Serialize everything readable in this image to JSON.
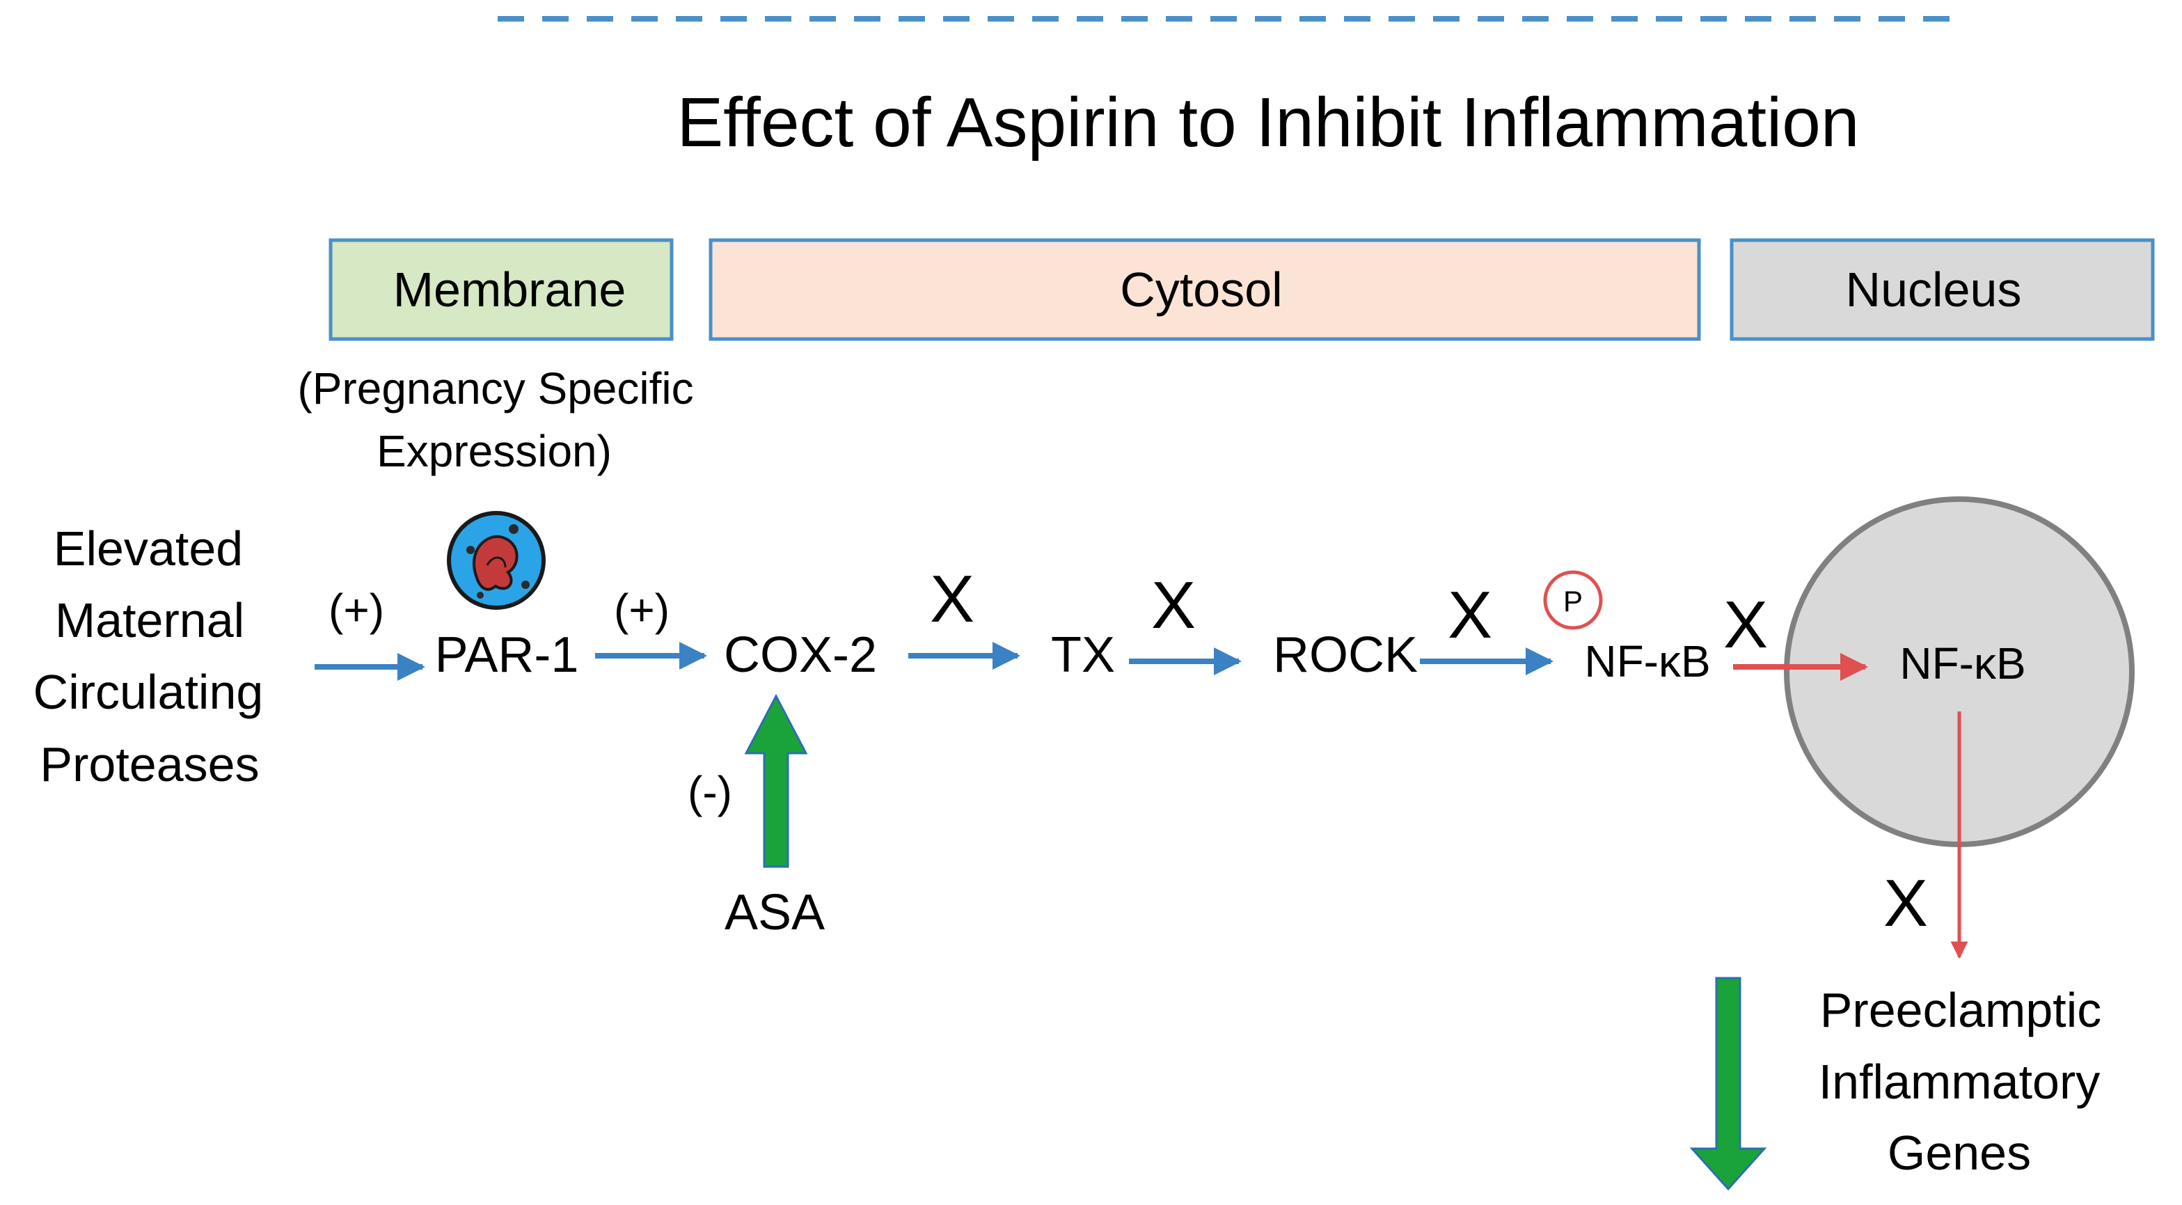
{
  "title": "Effect of Aspirin to Inhibit Inflammation",
  "compartments": {
    "membrane": "Membrane",
    "cytosol": "Cytosol",
    "nucleus": "Nucleus"
  },
  "annotation": {
    "line1": "(Pregnancy Specific",
    "line2": "Expression)"
  },
  "source": {
    "line1": "Elevated",
    "line2": "Maternal",
    "line3": "Circulating",
    "line4": "Proteases"
  },
  "nodes": {
    "par1": "PAR-1",
    "cox2": "COX-2",
    "tx": "TX",
    "rock": "ROCK",
    "nfkb_cytosol": "NF-κB",
    "nfkb_nucleus": "NF-κB",
    "asa": "ASA"
  },
  "signs": {
    "plus1": "(+)",
    "plus2": "(+)",
    "minus": "(-)"
  },
  "blocks": {
    "x1": "X",
    "x2": "X",
    "x3": "X",
    "x4": "X",
    "x5": "X"
  },
  "phospho": "P",
  "output": {
    "line1": "Preeclamptic",
    "line2": "Inflammatory",
    "line3": "Genes"
  },
  "colors": {
    "blue_arrow": "#3b82c4",
    "red_arrow": "#e05050",
    "green_arrow": "#1aa33a",
    "membrane_fill": "#d6e8c4",
    "cytosol_fill": "#fbe4d5",
    "nucleus_fill": "#d9d9d9",
    "box_border": "#4a90c8",
    "dashed_line": "#4a90c8"
  }
}
